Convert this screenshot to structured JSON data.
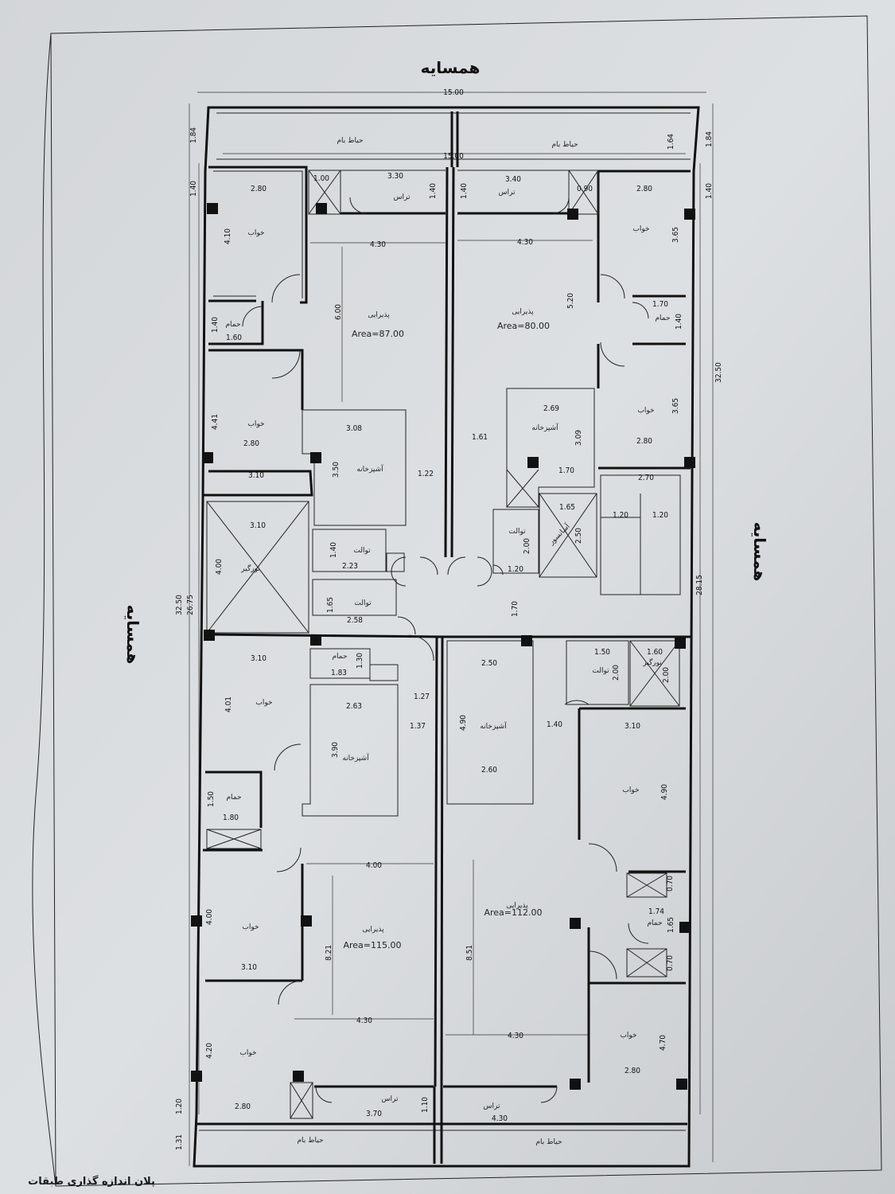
{
  "labels": {
    "neighbor_top": "همسایه",
    "neighbor_left": "همسایه",
    "neighbor_right": "همسایه",
    "roof_yard": "حیاط بام",
    "terrace": "تراس",
    "bedroom": "خواب",
    "bathroom": "حمام",
    "toilet": "توالت",
    "kitchen": "آشپزخانه",
    "hall": "پذیرایی",
    "light_well": "نورگیر",
    "duct": "آسانسور",
    "footer_title": "پلان اندازه گذاری طبقات"
  },
  "areas": {
    "top_left": "Area=87.00",
    "top_right": "Area=80.00",
    "bottom_left": "Area=115.00",
    "bottom_right": "Area=112.00"
  },
  "dims": {
    "overall_width": "15.00",
    "inner_width": "15.00",
    "left_height": "32.50",
    "left_inner": "26.75",
    "right_height": "32.50",
    "right_inner": "28.15",
    "top_strip_l": "1.84",
    "top_strip_r": "1.84",
    "top_strip_in_r": "1.64",
    "d_1_40a": "1.40",
    "d_1_40b": "1.40",
    "d_1_40c": "1.40",
    "d_1_40d": "1.40",
    "d_2_80a": "2.80",
    "d_2_80b": "2.80",
    "d_1_00": "1.00",
    "d_0_90": "0.90",
    "d_3_30": "3.30",
    "d_3_40": "3.40",
    "d_4_10": "4.10",
    "d_3_65a": "3.65",
    "d_3_65b": "3.65",
    "d_4_30a": "4.30",
    "d_4_30b": "4.30",
    "d_6_00": "6.00",
    "d_5_20": "5.20",
    "d_1_70a": "1.70",
    "d_1_40e": "1.40",
    "d_1_60": "1.60",
    "d_1_40f": "1.40",
    "d_4_41": "4.41",
    "d_2_80c": "2.80",
    "d_3_10a": "3.10",
    "d_3_08": "3.08",
    "d_3_50": "3.50",
    "d_1_22": "1.22",
    "d_1_61": "1.61",
    "d_2_69": "2.69",
    "d_3_09": "3.09",
    "d_1_70b": "1.70",
    "d_2_80d": "2.80",
    "d_2_70": "2.70",
    "d_1_65": "1.65",
    "d_2_50a": "2.50",
    "d_1_20a": "1.20",
    "d_2_00a": "2.00",
    "d_1_20b": "1.20",
    "d_3_10b": "3.10",
    "d_4_00a": "4.00",
    "d_1_40g": "1.40",
    "d_2_23": "2.23",
    "d_1_65b": "1.65",
    "d_2_58": "2.58",
    "d_1_70c": "1.70",
    "d_1_20c": "1.20",
    "d_3_10c": "3.10",
    "d_4_01": "4.01",
    "d_1_30": "1.30",
    "d_1_83": "1.83",
    "d_1_27": "1.27",
    "d_2_63": "2.63",
    "d_1_37": "1.37",
    "d_3_90": "3.90",
    "d_2_50b": "2.50",
    "d_4_90a": "4.90",
    "d_2_60": "2.60",
    "d_1_40h": "1.40",
    "d_1_50a": "1.50",
    "d_2_00b": "2.00",
    "d_1_60b": "1.60",
    "d_2_00c": "2.00",
    "d_3_10d": "3.10",
    "d_4_90b": "4.90",
    "d_1_50b": "1.50",
    "d_1_80": "1.80",
    "d_4_00b": "4.00",
    "d_4_00c": "4.00",
    "d_3_10e": "3.10",
    "d_8_21": "8.21",
    "d_8_51": "8.51",
    "d_1_74": "1.74",
    "d_1_65c": "1.65",
    "d_0_70a": "0.70",
    "d_0_70b": "0.70",
    "d_4_30c": "4.30",
    "d_4_30d": "4.30",
    "d_4_20": "4.20",
    "d_4_70": "4.70",
    "d_2_80e": "2.80",
    "d_2_80f": "2.80",
    "d_1_20d": "1.20",
    "d_3_70": "3.70",
    "d_1_10": "1.10",
    "d_4_30e": "4.30",
    "d_1_31": "1.31"
  },
  "colors": {
    "paper": "#d9dcde",
    "line": "#111111"
  }
}
